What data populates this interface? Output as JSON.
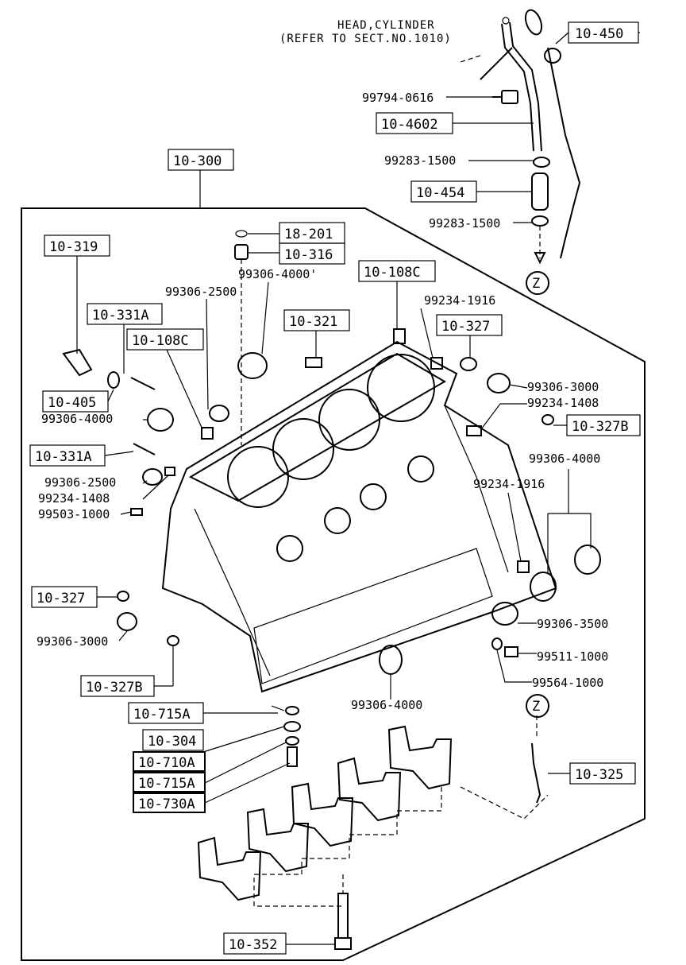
{
  "header": {
    "line1": "HEAD,CYLINDER",
    "line2": "(REFER TO SECT.NO.1010)"
  },
  "boxed_labels": {
    "b10450": "10-450",
    "b104602": "10-4602",
    "b10454": "10-454",
    "b10300": "10-300",
    "b18201": "18-201",
    "b10316": "10-316",
    "b10319": "10-319",
    "b10108c_top": "10-108C",
    "b10331a_top": "10-331A",
    "b10321": "10-321",
    "b10327_top": "10-327",
    "b10108c_left": "10-108C",
    "b10405": "10-405",
    "b10327b_right": "10-327B",
    "b10331a_left": "10-331A",
    "b10327_left": "10-327",
    "b10327b_left": "10-327B",
    "b10715a_1": "10-715A",
    "b10304": "10-304",
    "b10710a": "10-710A",
    "b10715a_2": "10-715A",
    "b10730a": "10-730A",
    "b10325": "10-325",
    "b10352": "10-352"
  },
  "part_numbers": {
    "p99794_0616": "99794-0616",
    "p99283_1500_a": "99283-1500",
    "p99283_1500_b": "99283-1500",
    "p99306_4000_top": "99306-4000'",
    "p99306_2500_top": "99306-2500",
    "p99234_1916_top": "99234-1916",
    "p99306_3000_r": "99306-3000",
    "p99234_1408_r": "99234-1408",
    "p99306_4000_l": "99306-4000",
    "p99306_4000_r": "99306-4000",
    "p99234_1916_r": "99234-1916",
    "p99306_2500_l": "99306-2500",
    "p99234_1408_l": "99234-1408",
    "p99503_1000": "99503-1000",
    "p99306_3000_l": "99306-3000",
    "p99306_3500": "99306-3500",
    "p99511_1000": "99511-1000",
    "p99564_1000": "99564-1000",
    "p99306_4000_b": "99306-4000"
  },
  "markers": {
    "z_top": "Z",
    "z_bottom": "Z"
  }
}
